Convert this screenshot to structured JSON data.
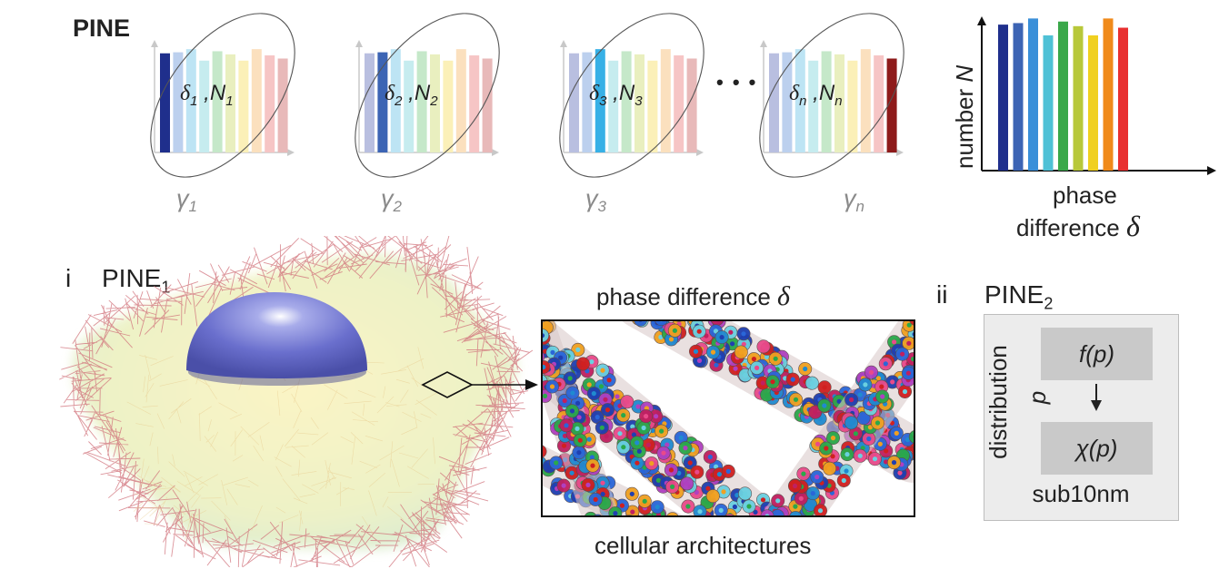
{
  "top": {
    "title": "PINE",
    "panels": [
      {
        "delta_sub": "1",
        "N_sub": "1",
        "gamma_sub": "1",
        "highlight_index": 0,
        "highlight_color": "#1f2f8c"
      },
      {
        "delta_sub": "2",
        "N_sub": "2",
        "gamma_sub": "2",
        "highlight_index": 1,
        "highlight_color": "#3c64b4"
      },
      {
        "delta_sub": "3",
        "N_sub": "3",
        "gamma_sub": "3",
        "highlight_index": 2,
        "highlight_color": "#37b0e6"
      },
      {
        "delta_sub": "n",
        "N_sub": "n",
        "gamma_sub": "n",
        "highlight_index": 9,
        "highlight_color": "#8e1a1a"
      }
    ],
    "ellipsis": "• • •",
    "delta_symbol": "δ",
    "N_symbol": "N",
    "gamma_symbol": "γ",
    "separator": " ,"
  },
  "chart_data": {
    "type": "bar",
    "categories": [
      "",
      "",
      "",
      "",
      "",
      "",
      "",
      "",
      "",
      ""
    ],
    "values": [
      0.95,
      0.96,
      0.99,
      0.88,
      0.97,
      0.94,
      0.88,
      0.99,
      0.93,
      0.0
    ],
    "colors": [
      "#1f2f8c",
      "#3c64b4",
      "#3a8fd9",
      "#4fc1d6",
      "#3aa84a",
      "#b8c83a",
      "#f0d020",
      "#f08a1a",
      "#e83030",
      "#8e1a1a"
    ],
    "ylabel_prefix": "number",
    "ylabel_symbol": "N",
    "xlabel_line1": "phase",
    "xlabel_line2": "difference",
    "xlabel_symbol": "δ",
    "ylim": [
      0,
      1.2
    ]
  },
  "section_i": {
    "marker": "i",
    "title": "PINE",
    "title_sub": "1",
    "zoom_title": "phase difference",
    "zoom_title_symbol": "δ",
    "zoom_caption": "cellular architectures"
  },
  "section_ii": {
    "marker": "ii",
    "title": "PINE",
    "title_sub": "2",
    "side_label_1": "distribution",
    "side_label_2": "p",
    "box_top": "f(p)",
    "box_bottom": "χ(p)",
    "footer": "sub10nm"
  }
}
